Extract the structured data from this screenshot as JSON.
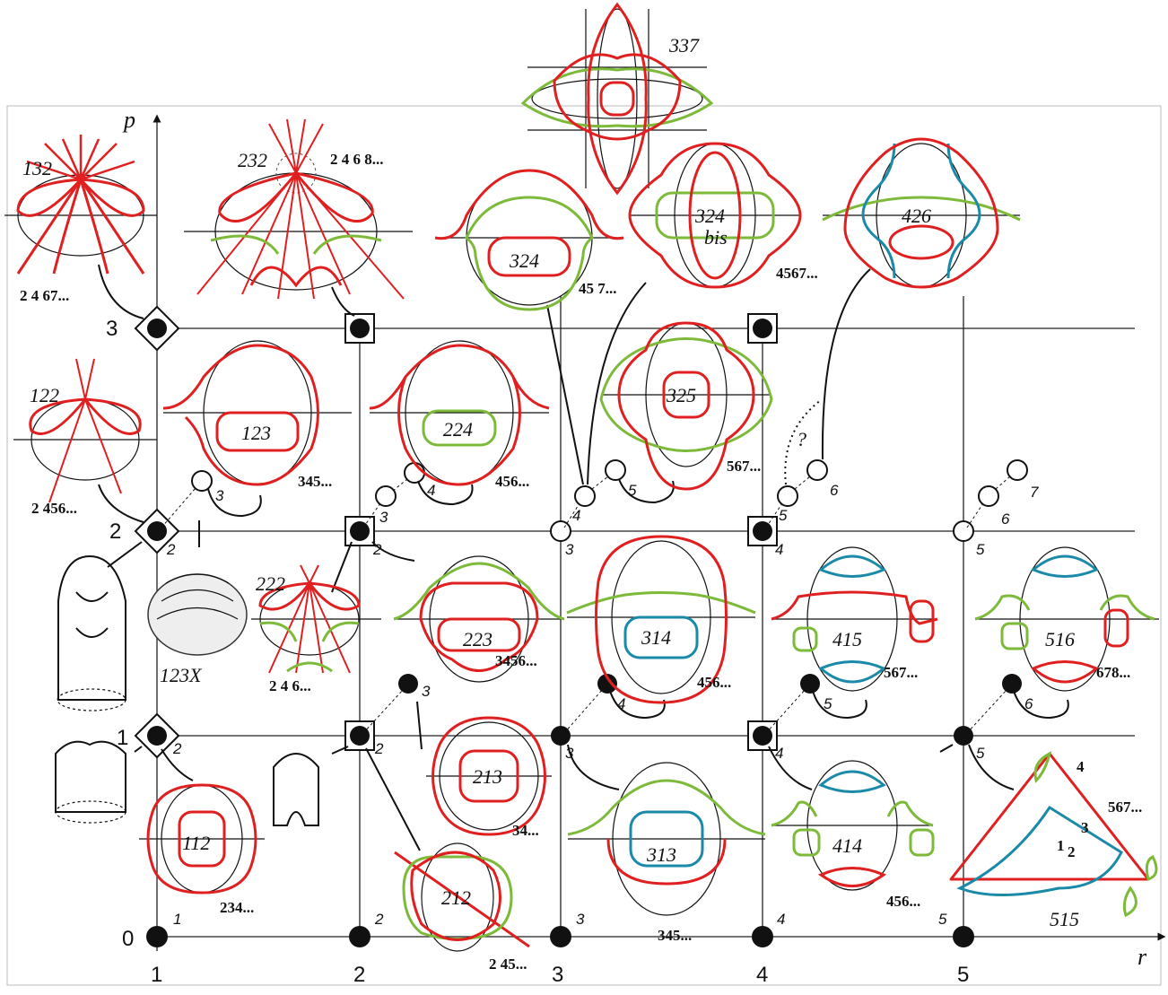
{
  "axes": {
    "x_label": "r",
    "y_label": "p",
    "x_ticks": [
      "1",
      "2",
      "3",
      "4",
      "5"
    ],
    "y_ticks": [
      "0",
      "1",
      "2",
      "3"
    ]
  },
  "node_labels": {
    "r0": [
      "1",
      "2",
      "3",
      "4",
      "5"
    ],
    "r1": [
      "2",
      "2",
      "3",
      "4",
      "5"
    ],
    "r2": [
      "2",
      "2",
      "3",
      "4",
      "5"
    ],
    "r1_side": [
      "3",
      "4",
      "5",
      "6"
    ],
    "r2_side": [
      "3",
      "4",
      "5",
      "6",
      "7"
    ],
    "r2_side_extra": [
      "4",
      "5",
      "6"
    ]
  },
  "figures": {
    "f132": "132",
    "f232": "232",
    "f337": "337",
    "f324": "324",
    "f324bis": "324",
    "f324bis_sub": "bis",
    "f426": "426",
    "f122": "122",
    "f123": "123",
    "f224": "224",
    "f325": "325",
    "f222": "222",
    "f223": "223",
    "f314": "314",
    "f415": "415",
    "f516": "516",
    "f213": "213",
    "f313": "313",
    "f414": "414",
    "f515": "515",
    "f112": "112",
    "f212": "212",
    "f123X": "123X"
  },
  "sequences": {
    "s132": "2 4 67...",
    "s232": "2 4 6 8...",
    "s324": "45 7...",
    "s324bis": "4567...",
    "s123": "345...",
    "s224": "456...",
    "s325": "567...",
    "s122": "2 456...",
    "s222": "2 4 6...",
    "s223": "3456...",
    "s314": "456...",
    "s415": "567...",
    "s516": "678...",
    "s213": "34...",
    "s313": "345...",
    "s414": "456...",
    "s515": "567...",
    "s112": "234...",
    "s212": "2 45..."
  },
  "question_mark": "?",
  "inner_numbers": [
    "4",
    "3",
    "1",
    "2"
  ],
  "colors": {
    "red": "#e02020",
    "green": "#7dba3a",
    "blue": "#1a8aa8",
    "black": "#111111"
  }
}
